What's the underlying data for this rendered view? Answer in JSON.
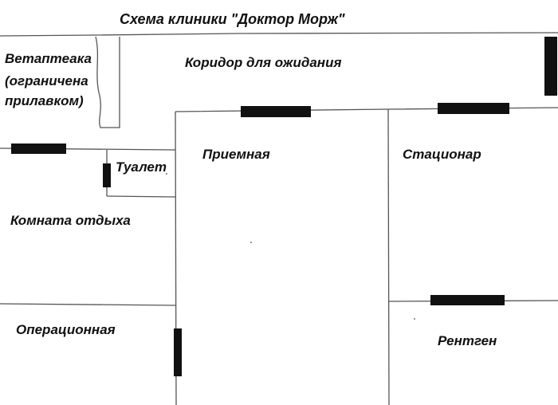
{
  "title": "Схема клиники \"Доктор Морж\"",
  "rooms": {
    "vet_pharmacy": {
      "line1": "Ветаптеака",
      "line2": "(ограничена",
      "line3": "прилавком)"
    },
    "waiting_corridor": "Коридор для ожидания",
    "toilet": "Туалет",
    "reception": "Приемная",
    "hospital": "Стационар",
    "rest_room": "Комната отдыха",
    "operating_room": "Операционная",
    "xray": "Рентген"
  },
  "colors": {
    "wall": "#555555",
    "door": "#111111",
    "text": "#111111"
  }
}
